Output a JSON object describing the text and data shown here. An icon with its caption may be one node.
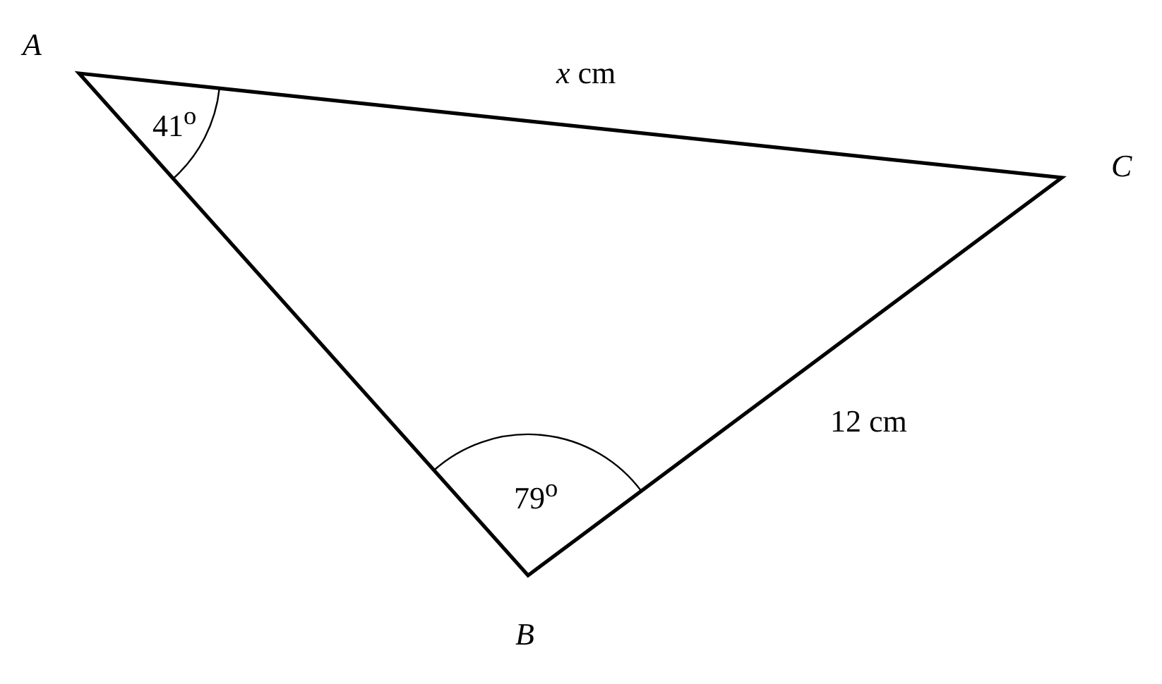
{
  "diagram": {
    "labels": [
      "A",
      "*x* cm",
      "41$^{o}$",
      "C",
      "12 cm",
      "79$^{o}$",
      "B"
    ]
  }
}
